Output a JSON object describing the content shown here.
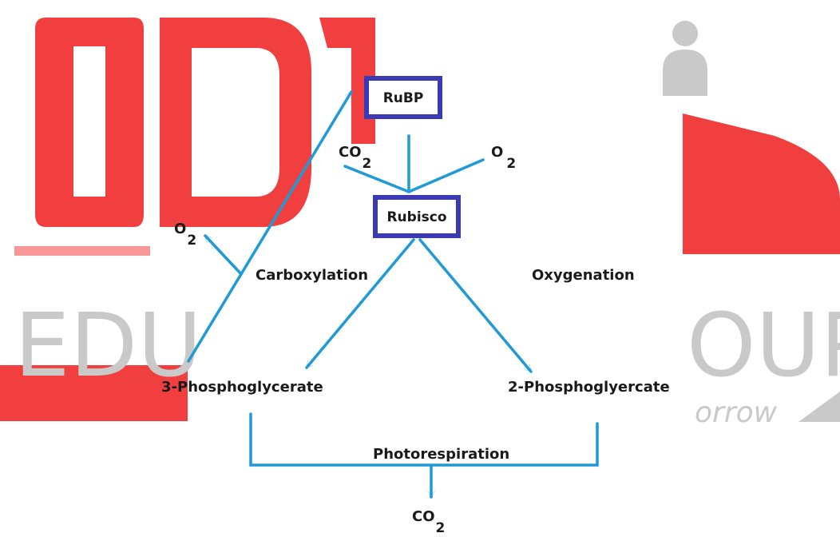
{
  "diagram": {
    "watermark": {
      "logo_text": "ODM",
      "subtitle_left": "EDU",
      "subtitle_right": "OUP",
      "tagline": "orrow",
      "brand_color": "#f03030",
      "grey_color": "#c9c9c9"
    },
    "colors": {
      "arrow": "#1e9ad6",
      "box_border": "#3a3ab4",
      "text": "#1a1a1a"
    },
    "nodes": {
      "rubp": "RuBP",
      "rubisco": "Rubisco",
      "pga3": "3-Phosphoglycerate",
      "pga2": "2-Phosphoglyercate"
    },
    "labels": {
      "carboxylation": "Carboxylation",
      "oxygenation": "Oxygenation",
      "photorespiration": "Photorespiration"
    },
    "molecules": {
      "co2_in": {
        "base": "CO",
        "sub": "2"
      },
      "o2_in": {
        "base": "O",
        "sub": "2"
      },
      "o2_out": {
        "base": "O",
        "sub": "2"
      },
      "co2_out": {
        "base": "CO",
        "sub": "2"
      }
    }
  }
}
